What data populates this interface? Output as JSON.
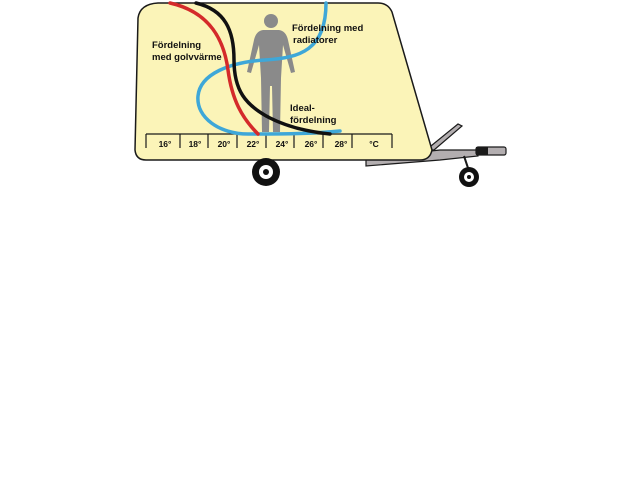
{
  "diagram": {
    "labels": {
      "floor_heating_line1": "Fördelning",
      "floor_heating_line2": "med golvvärme",
      "radiators_line1": "Fördelning med",
      "radiators_line2": "radiatorer",
      "ideal_line1": "Ideal-",
      "ideal_line2": "fördelning"
    },
    "scale": {
      "ticks": [
        "16°",
        "18°",
        "20°",
        "22°",
        "24°",
        "26°",
        "28°",
        "°C"
      ]
    },
    "colors": {
      "body_fill": "#fbf4b8",
      "outline": "#1a1a1a",
      "floor_heating": "#d42a2a",
      "ideal": "#111111",
      "radiators": "#3ea7d8",
      "figure": "#8a8a8a",
      "drawbar": "#b3aeb0"
    },
    "icons": {
      "figure": "person-silhouette",
      "wheel": "wheel-icon"
    }
  }
}
